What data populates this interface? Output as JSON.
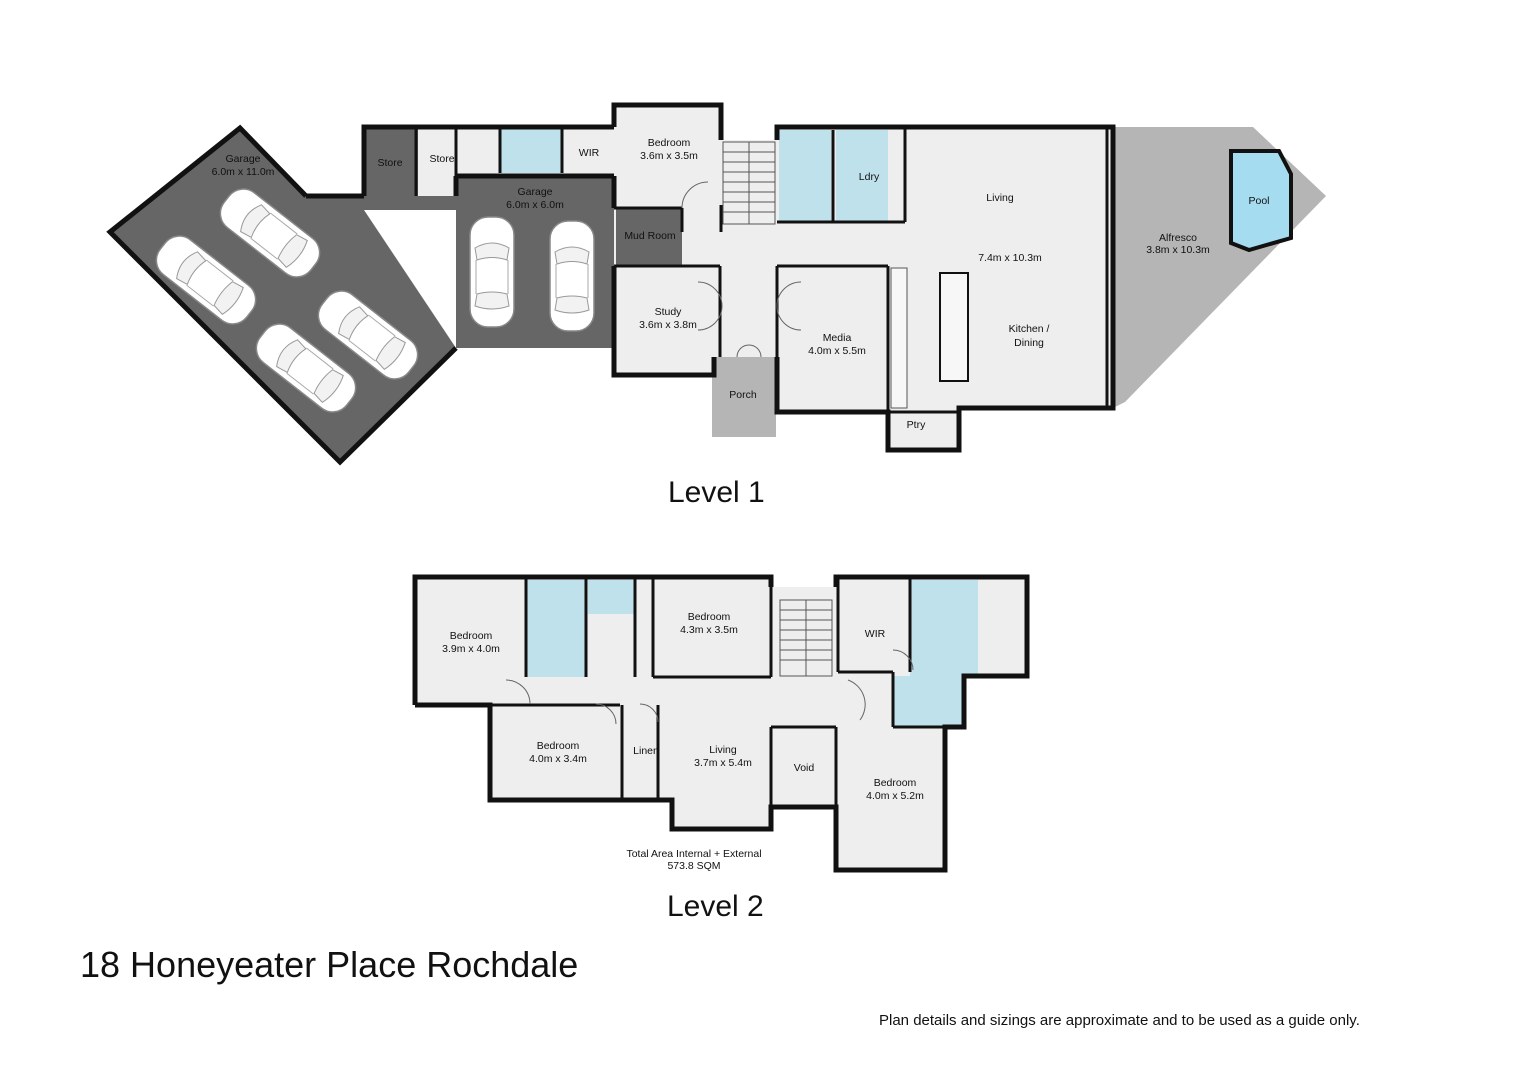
{
  "level1": {
    "title": "Level 1",
    "rooms": {
      "garage_large": {
        "name": "Garage",
        "size": "6.0m x 11.0m"
      },
      "store_1": {
        "name": "Store"
      },
      "store_2": {
        "name": "Store"
      },
      "wir": {
        "name": "WIR"
      },
      "garage_small": {
        "name": "Garage",
        "size": "6.0m x 6.0m"
      },
      "bedroom": {
        "name": "Bedroom",
        "size": "3.6m x 3.5m"
      },
      "laundry": {
        "name": "Ldry"
      },
      "living": {
        "name": "Living",
        "size": "7.4m x 10.3m"
      },
      "alfresco": {
        "name": "Alfresco",
        "size": "3.8m x 10.3m"
      },
      "pool": {
        "name": "Pool"
      },
      "mud_room": {
        "name": "Mud Room"
      },
      "study": {
        "name": "Study",
        "size": "3.6m x 3.8m"
      },
      "media": {
        "name": "Media",
        "size": "4.0m x 5.5m"
      },
      "kitchen": {
        "name_line1": "Kitchen /",
        "name_line2": "Dining"
      },
      "porch": {
        "name": "Porch"
      },
      "pantry": {
        "name": "Ptry"
      }
    }
  },
  "level2": {
    "title": "Level 2",
    "rooms": {
      "bedroom_nw": {
        "name": "Bedroom",
        "size": "3.9m x 4.0m"
      },
      "bedroom_north": {
        "name": "Bedroom",
        "size": "4.3m x 3.5m"
      },
      "wir": {
        "name": "WIR"
      },
      "bedroom_sw": {
        "name": "Bedroom",
        "size": "4.0m x 3.4m"
      },
      "linen": {
        "name": "Linen"
      },
      "living": {
        "name": "Living",
        "size": "3.7m x 5.4m"
      },
      "void": {
        "name": "Void"
      },
      "bedroom_se": {
        "name": "Bedroom",
        "size": "4.0m x 5.2m"
      }
    },
    "total_area": {
      "line1": "Total Area Internal + External",
      "line2": "573.8 SQM"
    }
  },
  "property_address": "18 Honeyeater Place Rochdale",
  "disclaimer": "Plan details and sizings are approximate and to be used as a guide only.",
  "colors": {
    "wall": "#111111",
    "floor": "#eeeeee",
    "garage_floor": "#666666",
    "wet_area": "#bfe1ec",
    "outdoor": "#b5b5b5",
    "pool": "#a6dcf0"
  }
}
